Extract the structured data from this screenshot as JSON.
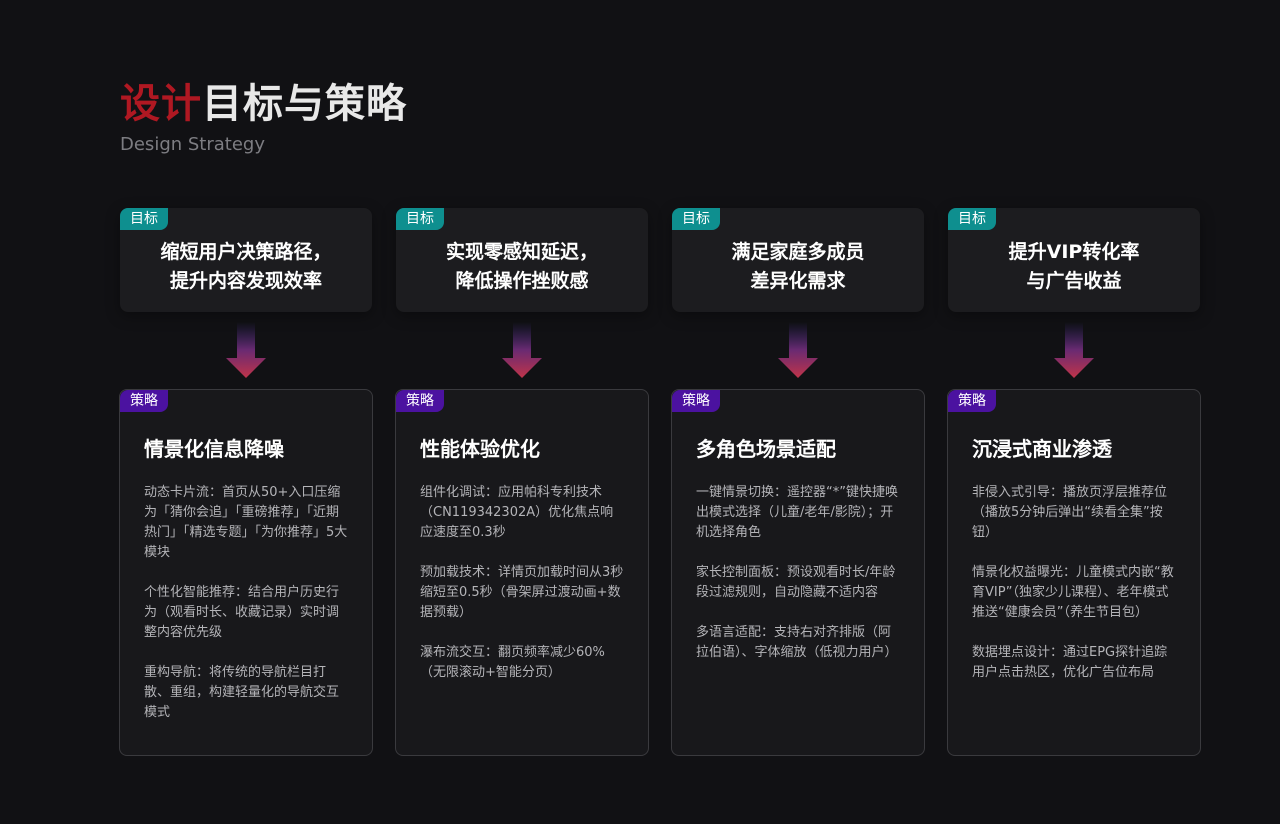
{
  "header": {
    "title_accent": "设计",
    "title_rest": "目标与策略",
    "subtitle": "Design Strategy"
  },
  "colors": {
    "background": "#111114",
    "accent_red": "#b01822",
    "goal_tag": "#0e8f8f",
    "strategy_tag": "#4b12a0",
    "arrow_top": "#3a2a78",
    "arrow_bottom": "#c0344a"
  },
  "columns": [
    {
      "goal": {
        "tag": "目标",
        "line1": "缩短用户决策路径，",
        "line2": "提升内容发现效率"
      },
      "strategy": {
        "tag": "策略",
        "title": "情景化信息降噪",
        "items": [
          "动态卡片流：首页从50+入口压缩为「猜你会追」「重磅推荐」「近期热门」「精选专题」「为你推荐」5大模块",
          "个性化智能推荐：结合用户历史行为（观看时长、收藏记录）实时调整内容优先级",
          "重构导航：将传统的导航栏目打散、重组，构建轻量化的导航交互模式"
        ]
      }
    },
    {
      "goal": {
        "tag": "目标",
        "line1": "实现零感知延迟，",
        "line2": "降低操作挫败感"
      },
      "strategy": {
        "tag": "策略",
        "title": "性能体验优化",
        "items": [
          "组件化调试：应用帕科专利技术（CN119342302A）优化焦点响应速度至0.3秒",
          "预加载技术：详情页加载时间从3秒缩短至0.5秒（骨架屏过渡动画+数据预载）",
          "瀑布流交互：翻页频率减少60%（无限滚动+智能分页）"
        ]
      }
    },
    {
      "goal": {
        "tag": "目标",
        "line1": "满足家庭多成员",
        "line2": "差异化需求"
      },
      "strategy": {
        "tag": "策略",
        "title": "多角色场景适配",
        "items": [
          "一键情景切换：遥控器“*”键快捷唤出模式选择（儿童/老年/影院）；开机选择角色",
          "家长控制面板：预设观看时长/年龄段过滤规则，自动隐藏不适内容",
          "多语言适配：支持右对齐排版（阿拉伯语）、字体缩放（低视力用户）"
        ]
      }
    },
    {
      "goal": {
        "tag": "目标",
        "line1": "提升VIP转化率",
        "line2": "与广告收益"
      },
      "strategy": {
        "tag": "策略",
        "title": "沉浸式商业渗透",
        "items": [
          "非侵入式引导：播放页浮层推荐位（播放5分钟后弹出“续看全集”按钮）",
          "情景化权益曝光：儿童模式内嵌“教育VIP”（独家少儿课程）、老年模式推送“健康会员”（养生节目包）",
          "数据埋点设计：通过EPG探针追踪用户点击热区，优化广告位布局"
        ]
      }
    }
  ]
}
